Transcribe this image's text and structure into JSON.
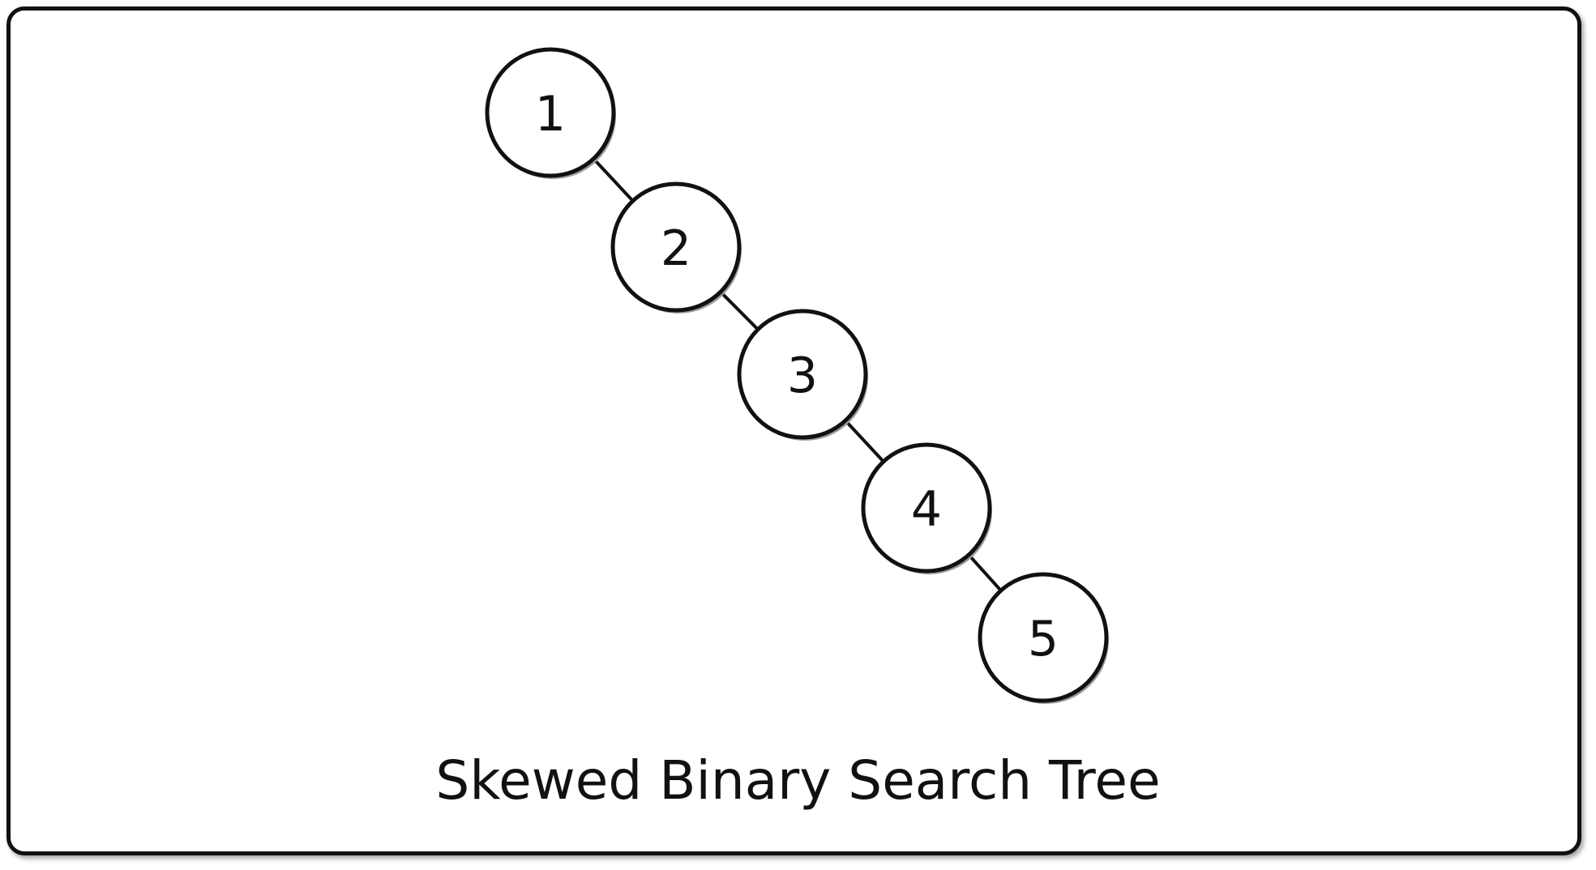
{
  "caption": "Skewed Binary Search Tree",
  "colors": {
    "stroke": "#111111",
    "background": "#ffffff"
  },
  "tree": {
    "nodes": [
      {
        "id": "n1",
        "label": "1"
      },
      {
        "id": "n2",
        "label": "2"
      },
      {
        "id": "n3",
        "label": "3"
      },
      {
        "id": "n4",
        "label": "4"
      },
      {
        "id": "n5",
        "label": "5"
      }
    ],
    "edges": [
      {
        "from": "n1",
        "to": "n2"
      },
      {
        "from": "n2",
        "to": "n3"
      },
      {
        "from": "n3",
        "to": "n4"
      },
      {
        "from": "n4",
        "to": "n5"
      }
    ]
  }
}
